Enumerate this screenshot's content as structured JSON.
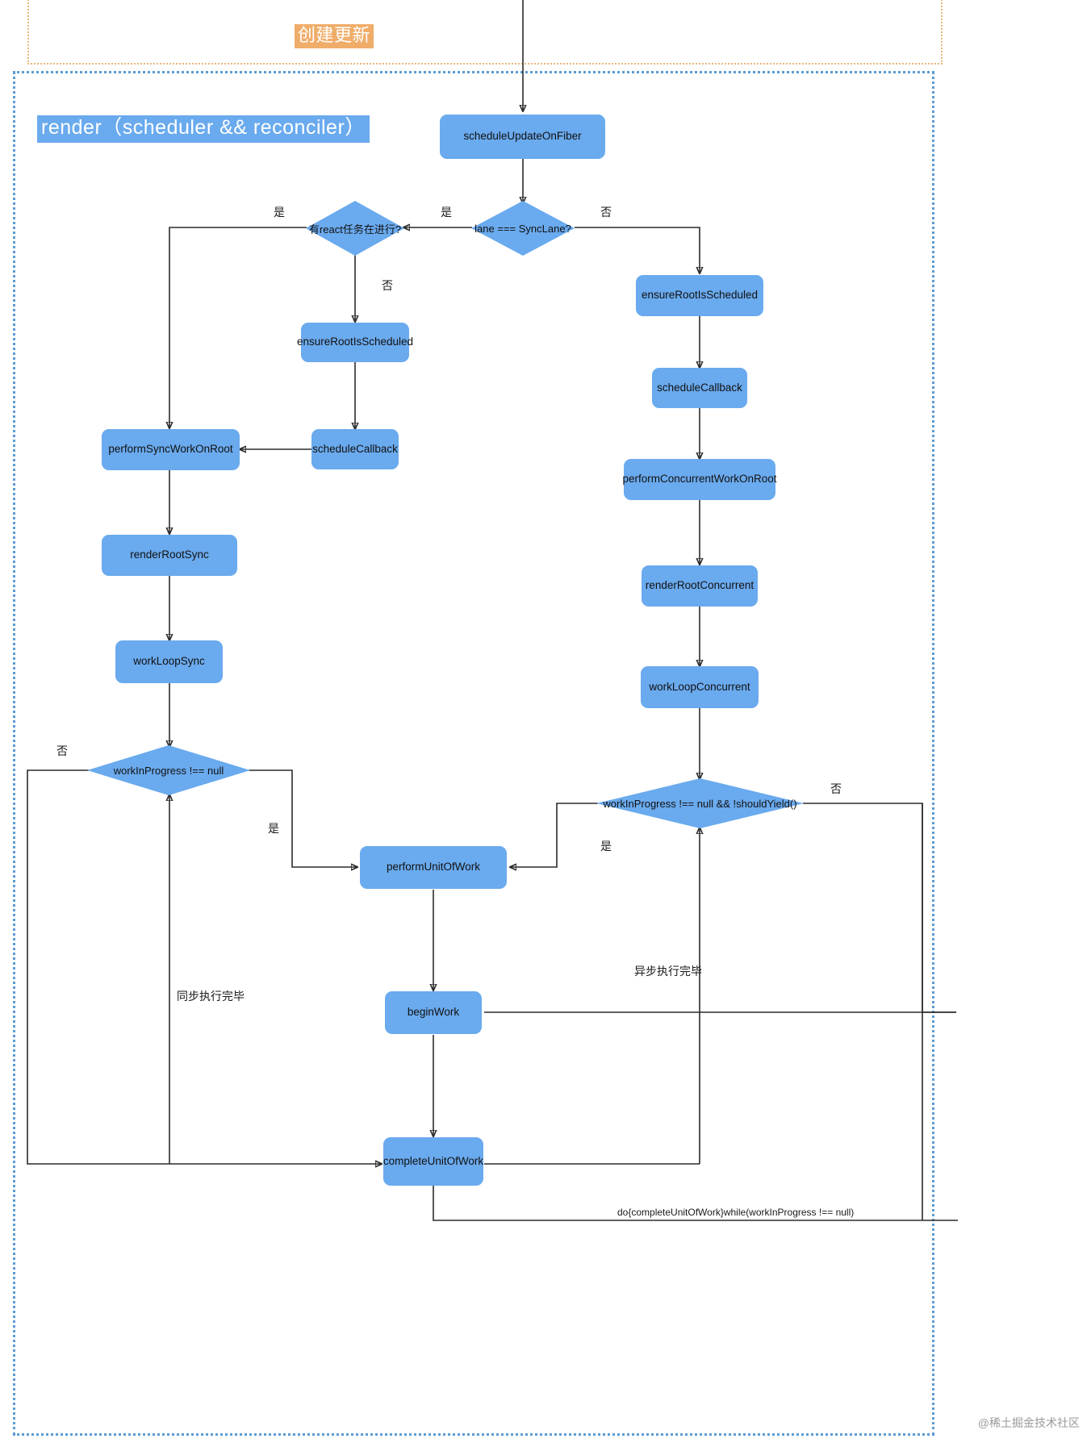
{
  "groups": {
    "create": {
      "title": "创建更新",
      "color": "#f0ad6a"
    },
    "render": {
      "title": "render（scheduler && reconciler）",
      "color": "#6aaaee"
    }
  },
  "nodes": {
    "scheduleUpdateOnFiber": "scheduleUpdateOnFiber",
    "ensureRootIsScheduledRight": "ensureRootIsScheduled",
    "scheduleCallbackRight": "scheduleCallback",
    "performConcurrentWorkOnRoot": "performConcurrentWorkOnRoot",
    "renderRootConcurrent": "renderRootConcurrent",
    "workLoopConcurrent": "workLoopConcurrent",
    "ensureRootIsScheduledLeft": "ensureRootIsScheduled",
    "scheduleCallbackLeft": "scheduleCallback",
    "performSyncWorkOnRoot": "performSyncWorkOnRoot",
    "renderRootSync": "renderRootSync",
    "workLoopSync": "workLoopSync",
    "performUnitOfWork": "performUnitOfWork",
    "beginWork": "beginWork",
    "completeUnitOfWork": "completeUnitOfWork"
  },
  "decisions": {
    "laneIsSyncLane": "lane === SyncLane?",
    "hasReactTask": "有react任务在进行?",
    "workInProgressNotNull": "workInProgress !== null",
    "workInProgressAndShouldYield": "workInProgress !== null && !shouldYield()"
  },
  "edge_labels": {
    "yes": "是",
    "no": "否",
    "sync_lane_yes": "是",
    "sync_lane_no": "否",
    "has_task_yes": "是",
    "has_task_no": "否",
    "wip_sync_no": "否",
    "wip_sync_yes": "是",
    "wip_concurrent_no": "否",
    "wip_concurrent_yes": "是",
    "sync_done": "同步执行完毕",
    "async_done": "异步执行完毕",
    "do_while": "do{completeUnitOfWork}while(workInProgress !== null)"
  },
  "watermark": "@稀土掘金技术社区",
  "colors": {
    "node_fill": "#6aaaee",
    "create_border": "#e8b87a",
    "render_border": "#5b9bd5",
    "edge": "#2b2b2b"
  }
}
